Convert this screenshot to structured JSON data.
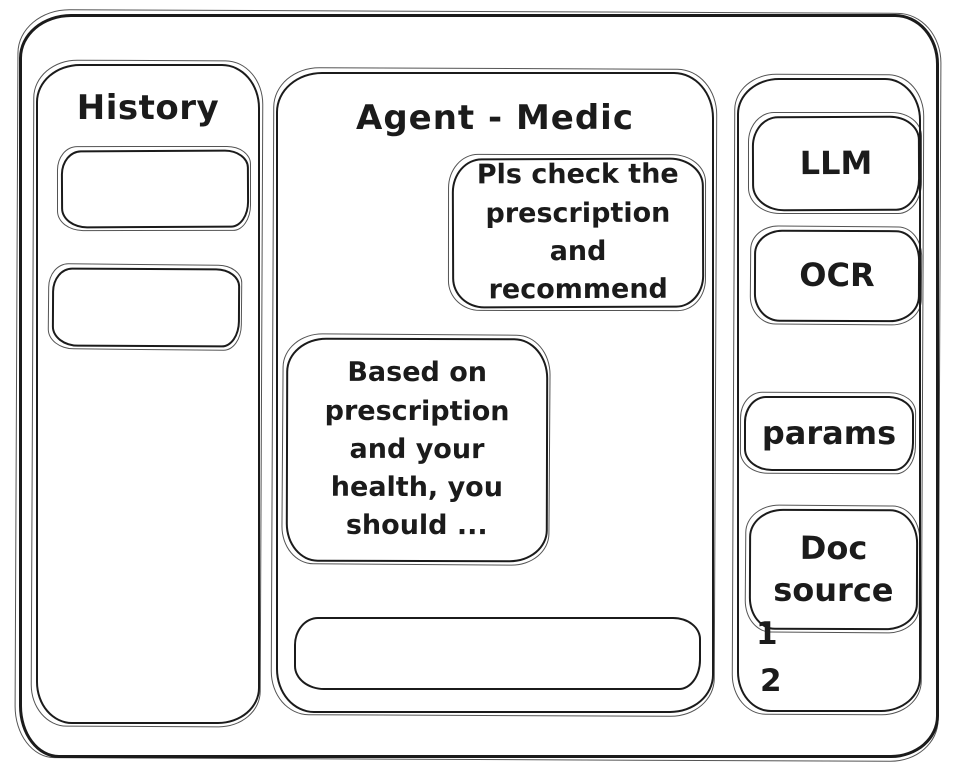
{
  "history_panel": {
    "title": "History",
    "items": [
      {
        "label": ""
      },
      {
        "label": ""
      }
    ]
  },
  "chat_panel": {
    "title": "Agent - Medic",
    "messages": [
      {
        "role": "user",
        "text": "Pls check the prescription and recommend"
      },
      {
        "role": "assistant",
        "text": "Based on prescription and your health, you should ..."
      }
    ],
    "input": {
      "value": "",
      "placeholder": ""
    }
  },
  "tools_panel": {
    "buttons": [
      {
        "label": "LLM"
      },
      {
        "label": "OCR"
      },
      {
        "label": "params"
      },
      {
        "label": "Doc source"
      }
    ],
    "doc_items": [
      {
        "label": "1"
      },
      {
        "label": "2"
      }
    ]
  },
  "colors": {
    "ink": "#1b1b1b",
    "background": "#ffffff"
  }
}
